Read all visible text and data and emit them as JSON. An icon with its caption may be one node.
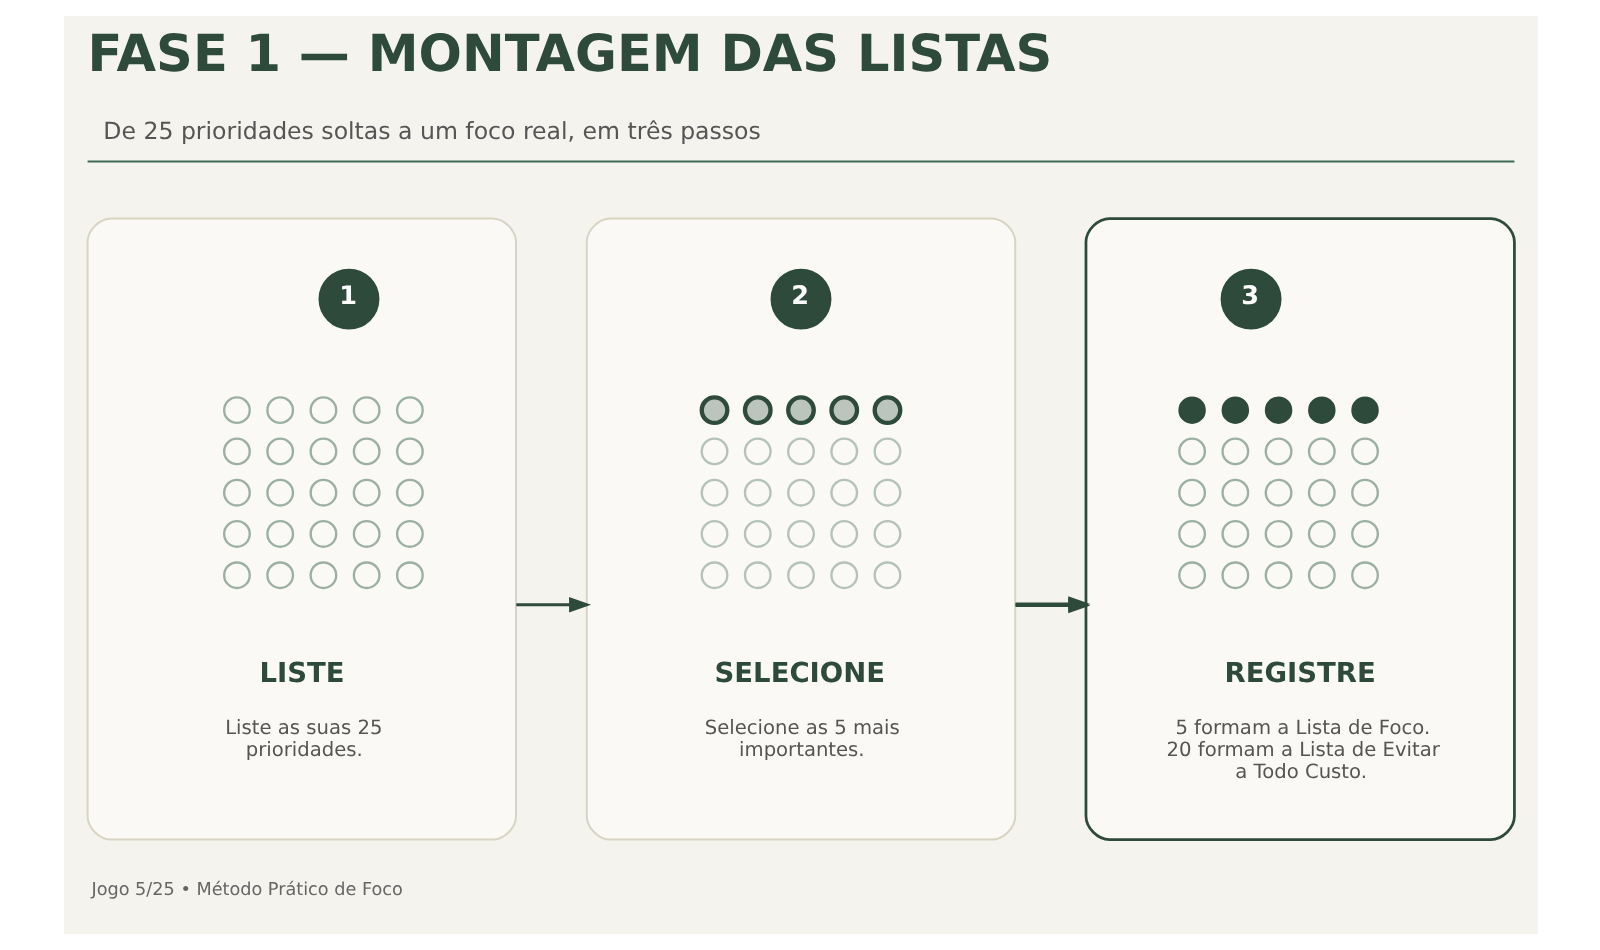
{
  "diagram": {
    "title": "FASE 1 — MONTAGEM DAS LISTAS",
    "nodes": [
      {
        "text": [
          "LISTE",
          "Liste as suas 25 prioridades."
        ]
      },
      {
        "text": [
          "1"
        ],
        "in": 0
      },
      {
        "text": [
          "SELECIONE",
          "Selecione as 5 mais importantes."
        ]
      },
      {
        "text": [
          "2"
        ],
        "in": 2
      },
      {
        "text": [
          "REGISTRE",
          "5 formam a Lista de Foco. 20 formam a Lista de Evitar a Todo Custo."
        ]
      },
      {
        "text": [
          "3"
        ],
        "in": 4
      }
    ],
    "edges": [
      {
        "from": 0,
        "to": 2,
        "arrow": "to"
      },
      {
        "from": 2,
        "to": 4,
        "arrow": "to"
      }
    ],
    "labels": [
      "De 25 prioridades soltas a um foco real, em três passos",
      "Jogo 5/25 • Método Prático de Foco"
    ]
  }
}
